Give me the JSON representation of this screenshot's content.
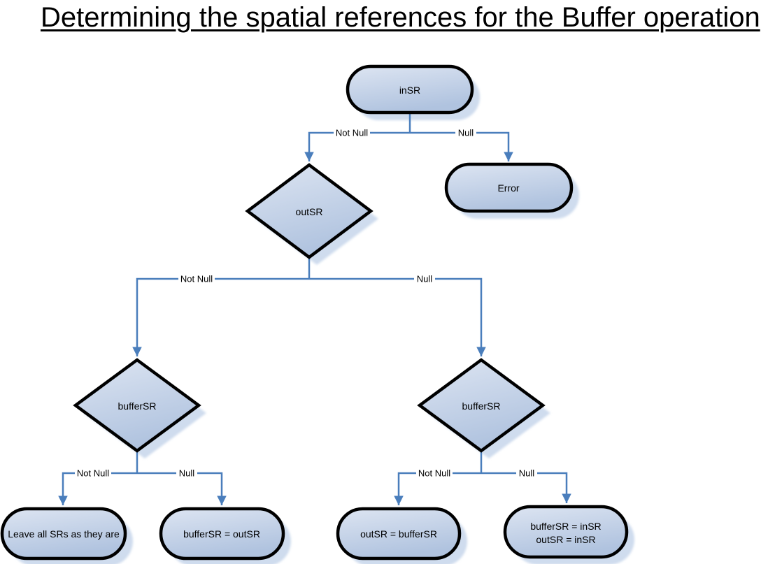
{
  "title": "Determining the spatial references for the Buffer operation",
  "nodes": {
    "insr": {
      "label": "inSR"
    },
    "error": {
      "label": "Error"
    },
    "outsr": {
      "label": "outSR"
    },
    "buffersr_left": {
      "label": "bufferSR"
    },
    "buffersr_right": {
      "label": "bufferSR"
    },
    "leave_all": {
      "label": "Leave all SRs as they are"
    },
    "buffersr_eq_outsr": {
      "label": "bufferSR = outSR"
    },
    "outsr_eq_buffersr": {
      "label": "outSR = bufferSR"
    },
    "buffersr_eq_insr": {
      "line1": "bufferSR = inSR",
      "line2": "outSR = inSR"
    }
  },
  "edge_labels": {
    "insr_not_null": "Not Null",
    "insr_null": "Null",
    "outsr_not_null": "Not Null",
    "outsr_null": "Null",
    "buffersr_left_not_null": "Not Null",
    "buffersr_left_null": "Null",
    "buffersr_right_not_null": "Not Null",
    "buffersr_right_null": "Null"
  },
  "colors": {
    "edge": "#4a7ebc",
    "node_border": "#000000",
    "node_fill_light": "#dde5f2",
    "node_fill_dark": "#b0c3df",
    "shadow": "#cfdcee"
  }
}
